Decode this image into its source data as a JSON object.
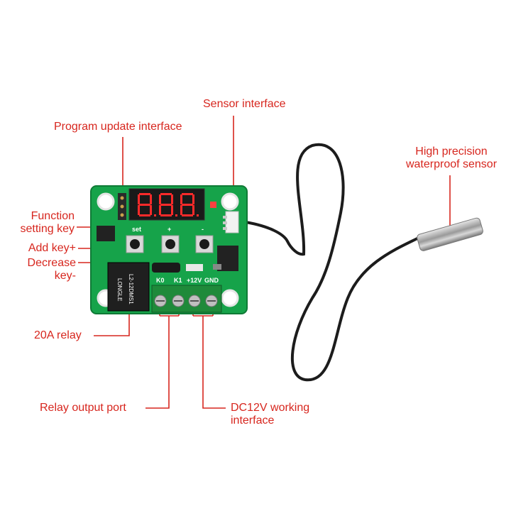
{
  "colors": {
    "label_text": "#d7261e",
    "leader_line": "#d7261e",
    "pcb_green": "#16a34a",
    "pcb_dark_green": "#0f7a36",
    "cable": "#1c1c1c",
    "display_red": "#ff2a2a"
  },
  "labels": {
    "sensor_interface": "Sensor interface",
    "program_update_interface": "Program update interface",
    "high_precision_line1": "High precision",
    "high_precision_line2": "waterproof sensor",
    "function_setting_line1": "Function",
    "function_setting_line2": "setting key",
    "add_key": "Add key+",
    "decrease_key_line1": "Decrease",
    "decrease_key_line2": "key-",
    "relay_20a": "20A relay",
    "relay_output_port": "Relay output port",
    "dc12v_line1": "DC12V working",
    "dc12v_line2": "interface"
  },
  "board": {
    "set_label": "set",
    "plus_label": "+",
    "minus_label": "-",
    "terminal_labels": [
      "K0",
      "K1",
      "+12V",
      "GND"
    ],
    "relay_brand": "LONGLE",
    "relay_model": "L2-12DMS1",
    "display_digits": "8.8.8."
  }
}
